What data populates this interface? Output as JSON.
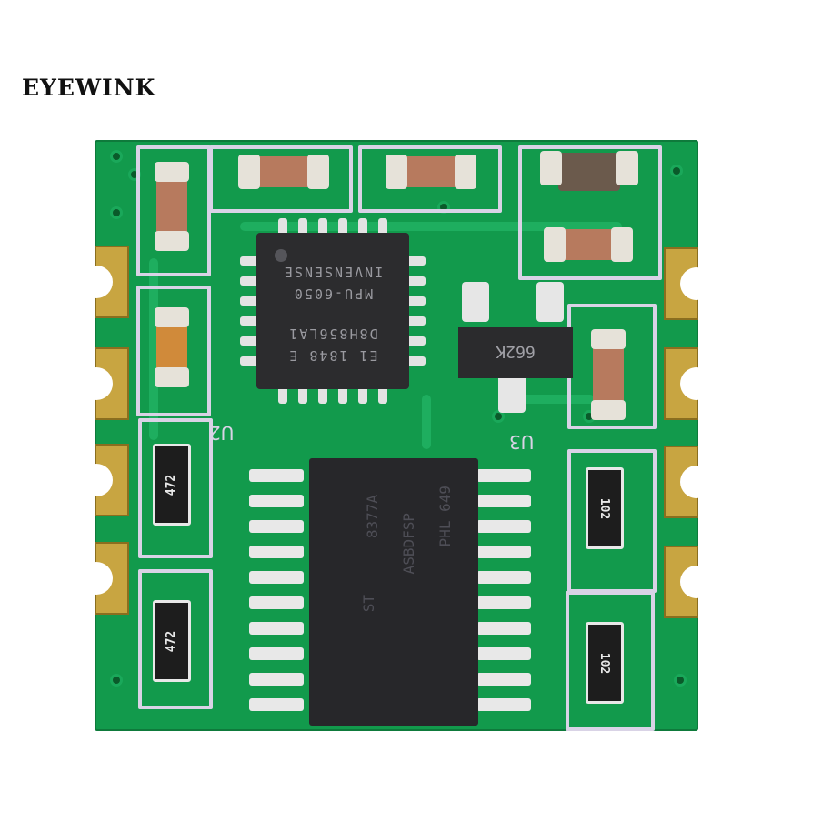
{
  "brand": {
    "name": "EYEWINK"
  },
  "board": {
    "color": "#129a4c",
    "pad_color": "#c8a541",
    "silkscreen_color": "#d9d3e6",
    "left_castellated_pads": 4,
    "right_castellated_pads": 4
  },
  "components": {
    "imu_chip": {
      "lines": [
        "E1 1848 E",
        "D8H856LA1",
        "MPU-6050",
        "INVENSENSE"
      ],
      "pins_per_side": 6
    },
    "regulator": {
      "marking": "662K"
    },
    "mcu_chip": {
      "lines": [
        "ST",
        "8377A",
        "ASBDFSP",
        "PHL 649"
      ],
      "pins_per_side": 10
    },
    "resistors": [
      {
        "id": "R-left-1",
        "marking": "472"
      },
      {
        "id": "R-left-2",
        "marking": "472"
      },
      {
        "id": "R-right-1",
        "marking": "102"
      },
      {
        "id": "R-right-2",
        "marking": "102"
      }
    ],
    "silk_labels": {
      "u2": "U2",
      "u3": "U3"
    }
  }
}
